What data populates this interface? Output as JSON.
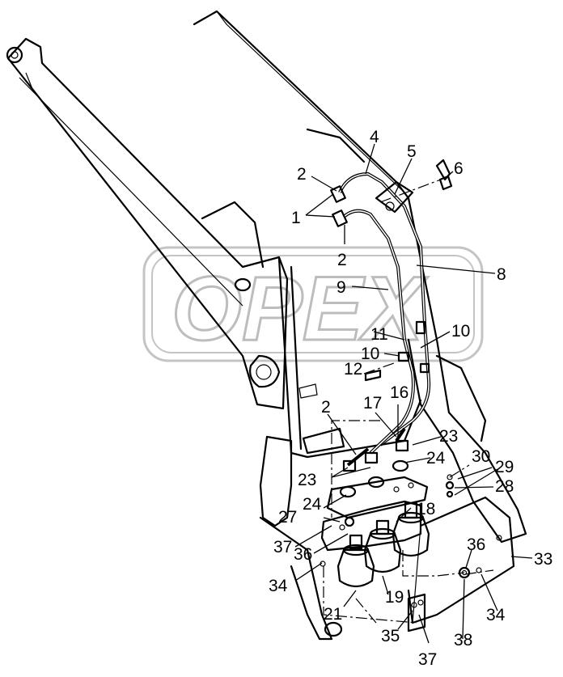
{
  "watermark": "OPEX",
  "callouts": [
    {
      "id": "c-1",
      "text": "1"
    },
    {
      "id": "c-2a",
      "text": "2"
    },
    {
      "id": "c-2b",
      "text": "2"
    },
    {
      "id": "c-2c",
      "text": "2"
    },
    {
      "id": "c-4",
      "text": "4"
    },
    {
      "id": "c-5",
      "text": "5"
    },
    {
      "id": "c-6",
      "text": "6"
    },
    {
      "id": "c-8",
      "text": "8"
    },
    {
      "id": "c-9",
      "text": "9"
    },
    {
      "id": "c-10a",
      "text": "10"
    },
    {
      "id": "c-10b",
      "text": "10"
    },
    {
      "id": "c-11",
      "text": "11"
    },
    {
      "id": "c-12",
      "text": "12"
    },
    {
      "id": "c-16",
      "text": "16"
    },
    {
      "id": "c-17",
      "text": "17"
    },
    {
      "id": "c-18",
      "text": "18"
    },
    {
      "id": "c-19",
      "text": "19"
    },
    {
      "id": "c-21",
      "text": "21"
    },
    {
      "id": "c-23a",
      "text": "23"
    },
    {
      "id": "c-23b",
      "text": "23"
    },
    {
      "id": "c-24a",
      "text": "24"
    },
    {
      "id": "c-24b",
      "text": "24"
    },
    {
      "id": "c-27",
      "text": "27"
    },
    {
      "id": "c-28",
      "text": "28"
    },
    {
      "id": "c-29",
      "text": "29"
    },
    {
      "id": "c-30",
      "text": "30"
    },
    {
      "id": "c-33",
      "text": "33"
    },
    {
      "id": "c-34a",
      "text": "34"
    },
    {
      "id": "c-34b",
      "text": "34"
    },
    {
      "id": "c-35",
      "text": "35"
    },
    {
      "id": "c-36a",
      "text": "36"
    },
    {
      "id": "c-36b",
      "text": "36"
    },
    {
      "id": "c-37a",
      "text": "37"
    },
    {
      "id": "c-37b",
      "text": "37"
    },
    {
      "id": "c-38",
      "text": "38"
    }
  ]
}
